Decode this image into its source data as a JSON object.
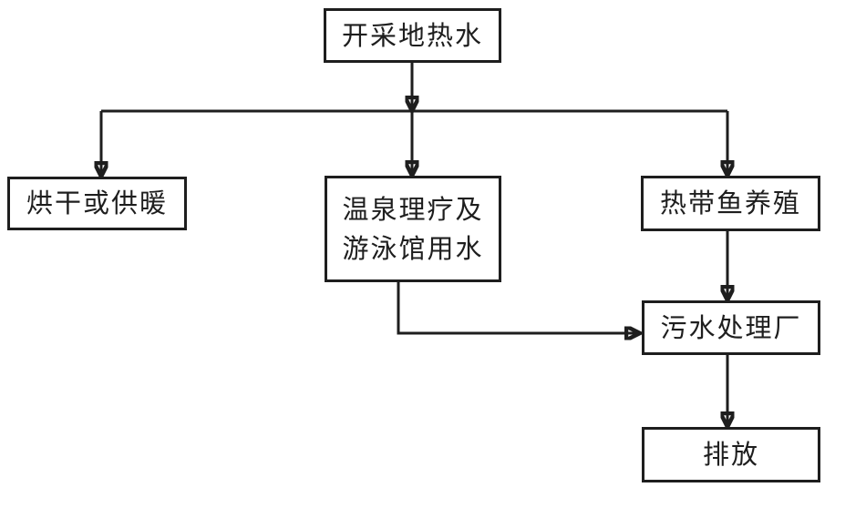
{
  "diagram": {
    "type": "flowchart",
    "colors": {
      "line": "#1e1e1e",
      "box_border": "#1e1e1e",
      "text": "#1e1e1e",
      "background": "#ffffff"
    },
    "nodes": {
      "source": {
        "label": "开采地热水"
      },
      "drying": {
        "label": "烘干或供暖"
      },
      "spa": {
        "line1": "温泉理疗及",
        "line2": "游泳馆用水"
      },
      "fish": {
        "label": "热带鱼养殖"
      },
      "sewage": {
        "label": "污水处理厂"
      },
      "discharge": {
        "label": "排放"
      }
    },
    "edges": [
      {
        "from": "source",
        "to": "drying"
      },
      {
        "from": "source",
        "to": "spa"
      },
      {
        "from": "source",
        "to": "fish"
      },
      {
        "from": "spa",
        "to": "sewage"
      },
      {
        "from": "fish",
        "to": "sewage"
      },
      {
        "from": "sewage",
        "to": "discharge"
      }
    ]
  }
}
